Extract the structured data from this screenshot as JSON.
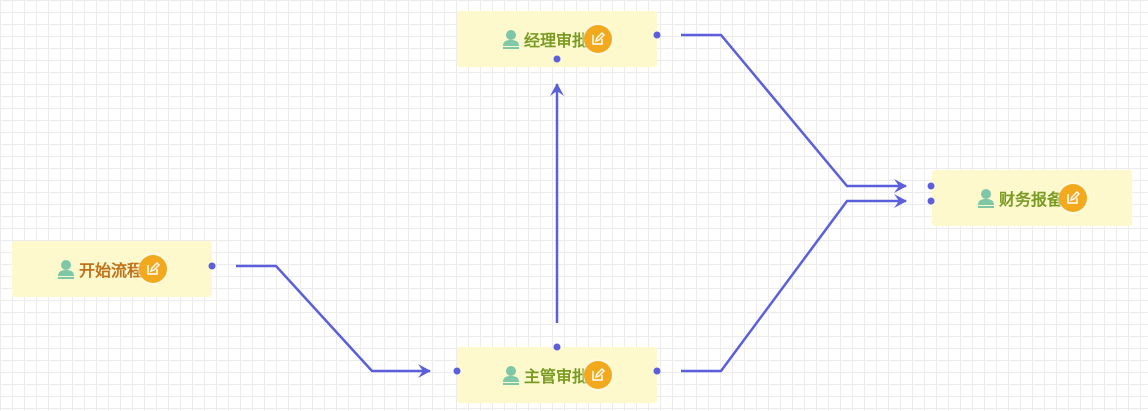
{
  "nodes": {
    "start": {
      "label": "开始流程"
    },
    "manager": {
      "label": "经理审批"
    },
    "supervisor": {
      "label": "主管审批"
    },
    "finance": {
      "label": "财务报备"
    }
  },
  "icons": {
    "person": "person-icon",
    "edit": "edit-icon"
  },
  "colors": {
    "node_fill": "#fdf9cc",
    "label_green": "#7a9c24",
    "label_orange": "#c0721a",
    "edit_badge": "#f3a91d",
    "edge": "#5b5fdc",
    "person_icon": "#7ec8a8"
  }
}
